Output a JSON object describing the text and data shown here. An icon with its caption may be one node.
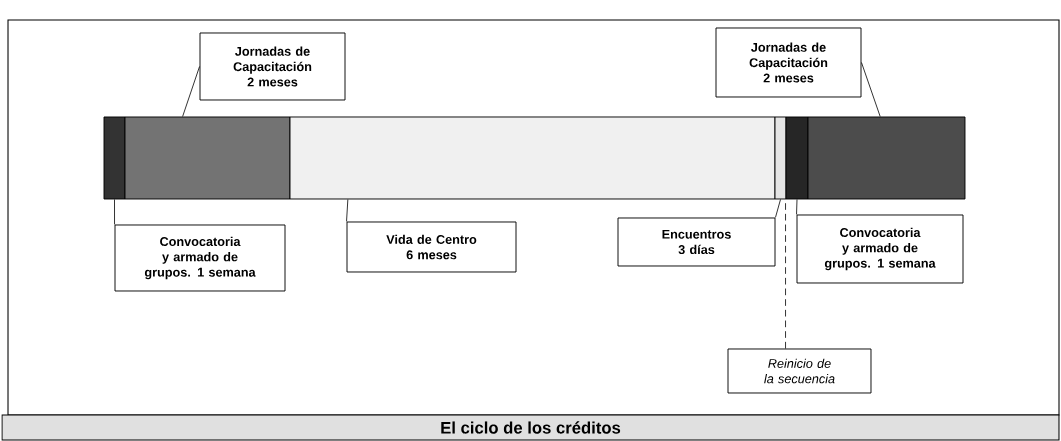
{
  "diagram": {
    "title": "El ciclo de los créditos",
    "nodes": [
      {
        "text": [
          "Jornadas de Capacitación 2 meses"
        ]
      },
      {
        "text": [
          "Jornadas de Capacitación 2 meses"
        ]
      },
      {
        "text": [],
        "shape": "bar"
      },
      {
        "text": [],
        "shape": "bar"
      },
      {
        "text": [],
        "shape": "bar"
      },
      {
        "text": [],
        "shape": "bar"
      },
      {
        "text": [],
        "shape": "bar"
      },
      {
        "text": [],
        "shape": "bar"
      },
      {
        "text": [
          "Convocatoria y armado de grupos. 1 semana"
        ]
      },
      {
        "text": [
          "Vida de Centro 6 meses"
        ]
      },
      {
        "text": [
          "Encuentros 3 días"
        ]
      },
      {
        "text": [
          "Convocatoria y armado de grupos. 1 semana"
        ]
      },
      {
        "text": [
          "*Reinicio de la secuencia*"
        ]
      }
    ],
    "edges": [
      {
        "from": 0,
        "to": 3,
        "arrow": "none"
      },
      {
        "from": 1,
        "to": 7,
        "arrow": "none"
      },
      {
        "from": 8,
        "to": 2,
        "arrow": "none"
      },
      {
        "from": 9,
        "to": 4,
        "arrow": "none"
      },
      {
        "from": 10,
        "to": 5,
        "arrow": "none"
      },
      {
        "from": 11,
        "to": 6,
        "arrow": "none"
      },
      {
        "from": 12,
        "to": 6,
        "arrow": "none",
        "style": "dashed"
      }
    ]
  }
}
